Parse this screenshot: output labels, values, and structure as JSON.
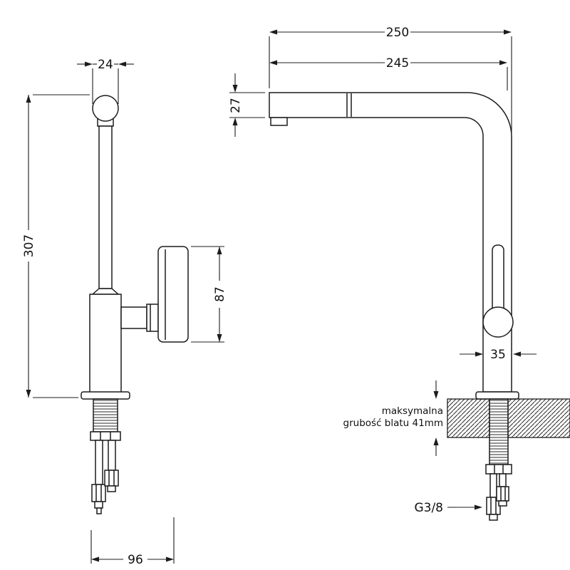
{
  "front_view": {
    "dim_cap_diameter": "24",
    "dim_total_height": "307",
    "dim_handle_height": "87",
    "dim_base_span": "96"
  },
  "side_view": {
    "dim_total_depth": "250",
    "dim_spout_reach": "245",
    "dim_spout_thickness": "27",
    "dim_body_diameter": "35",
    "countertop_note_line1": "maksymalna",
    "countertop_note_line2": "grubość blatu 41mm",
    "dim_thread": "G3/8"
  }
}
